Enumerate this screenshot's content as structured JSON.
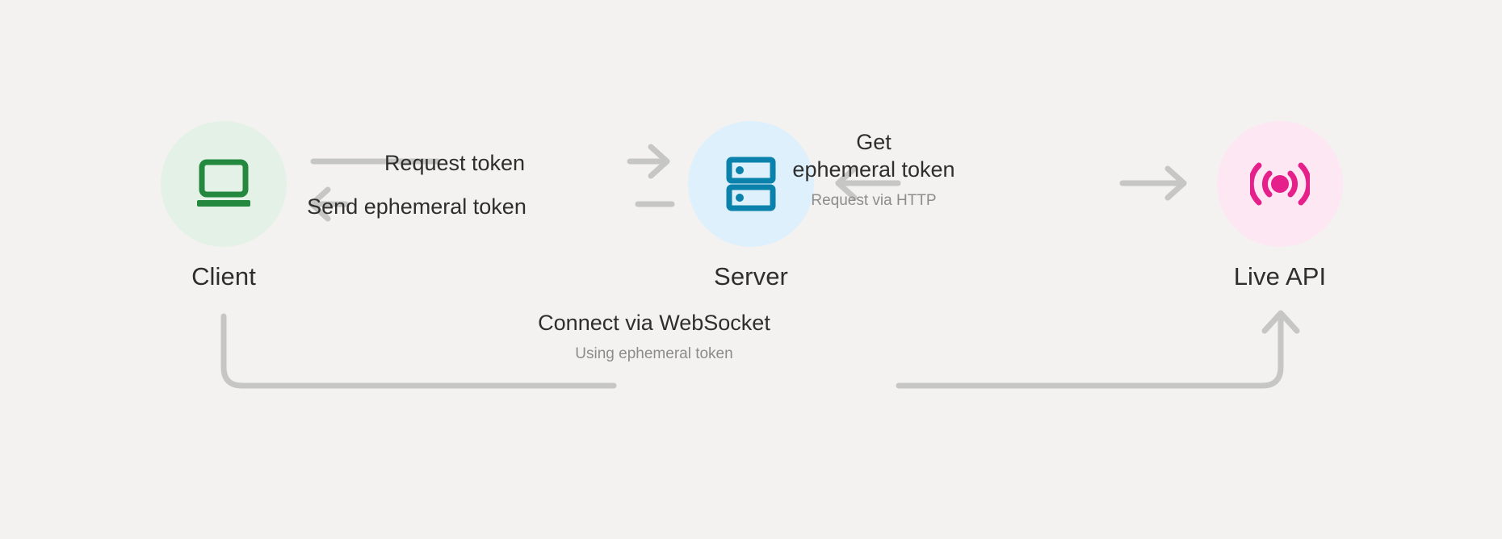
{
  "diagram": {
    "title": "Live API ephemeral token flow",
    "background_color": "#f3f2f0",
    "nodes": [
      {
        "id": "client",
        "label": "Client",
        "icon": "laptop-icon",
        "icon_color": "#24893f",
        "circle_color": "#e4f1e6"
      },
      {
        "id": "server",
        "label": "Server",
        "icon": "server-icon",
        "icon_color": "#0b82ab",
        "circle_color": "#ddf0fc"
      },
      {
        "id": "live-api",
        "label": "Live API",
        "icon": "broadcast-icon",
        "icon_color": "#e5208a",
        "circle_color": "#fde7f3"
      }
    ],
    "edges": [
      {
        "id": "request-token",
        "label": "Request token",
        "sublabel": "",
        "from": "client",
        "to": "server",
        "direction": "right"
      },
      {
        "id": "send-ephemeral-token",
        "label": "Send ephemeral token",
        "sublabel": "",
        "from": "server",
        "to": "client",
        "direction": "left"
      },
      {
        "id": "get-ephemeral-token",
        "label_line_1": "Get",
        "label_line_2": "ephemeral token",
        "sublabel": "Request via HTTP",
        "from": "live-api",
        "to": "server",
        "direction": "left"
      },
      {
        "id": "connect-websocket",
        "label": "Connect via WebSocket",
        "sublabel": "Using ephemeral token",
        "from": "client",
        "to": "live-api",
        "direction": "right"
      }
    ],
    "colors": {
      "line": "#c6c6c4",
      "text": "#2e2e2e",
      "muted_text": "#8c8c8c"
    }
  }
}
